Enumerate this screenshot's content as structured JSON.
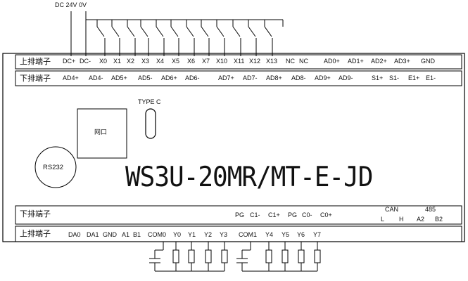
{
  "power": {
    "label": "DC 24V 0V"
  },
  "upper_terminal": {
    "label": "上排端子",
    "pins": [
      "DC+",
      "DC-",
      "X0",
      "X1",
      "X2",
      "X3",
      "X4",
      "X5",
      "X6",
      "X7",
      "X10",
      "X11",
      "X12",
      "X13",
      "NC",
      "NC",
      "AD0+",
      "AD1+",
      "AD2+",
      "AD3+",
      "GND"
    ]
  },
  "lower_terminal": {
    "label": "下排端子",
    "pins": [
      "AD4+",
      "AD4-",
      "AD5+",
      "AD5-",
      "AD6+",
      "AD6-",
      "AD7+",
      "AD7-",
      "AD8+",
      "AD8-",
      "AD9+",
      "AD9-",
      "S1+",
      "S1-",
      "E1+",
      "E1-"
    ]
  },
  "ports": {
    "type_c": "TYPE C",
    "ethernet": "网口",
    "rs232": "RS232"
  },
  "model": "WS3U-20MR/MT-E-JD",
  "bottom_lower_terminal": {
    "label": "下排端子",
    "pins": [
      "PG",
      "C1-",
      "C1+",
      "PG",
      "C0-",
      "C0+"
    ],
    "can_label": "CAN",
    "can_pins": [
      "L",
      "H"
    ],
    "rs485_label": "485",
    "rs485_pins": [
      "A2",
      "B2"
    ]
  },
  "bottom_upper_terminal": {
    "label": "上排端子",
    "pins": [
      "DA0",
      "DA1",
      "GND",
      "A1",
      "B1",
      "COM0",
      "Y0",
      "Y1",
      "Y2",
      "Y3",
      "COM1",
      "Y4",
      "Y5",
      "Y6",
      "Y7"
    ]
  }
}
